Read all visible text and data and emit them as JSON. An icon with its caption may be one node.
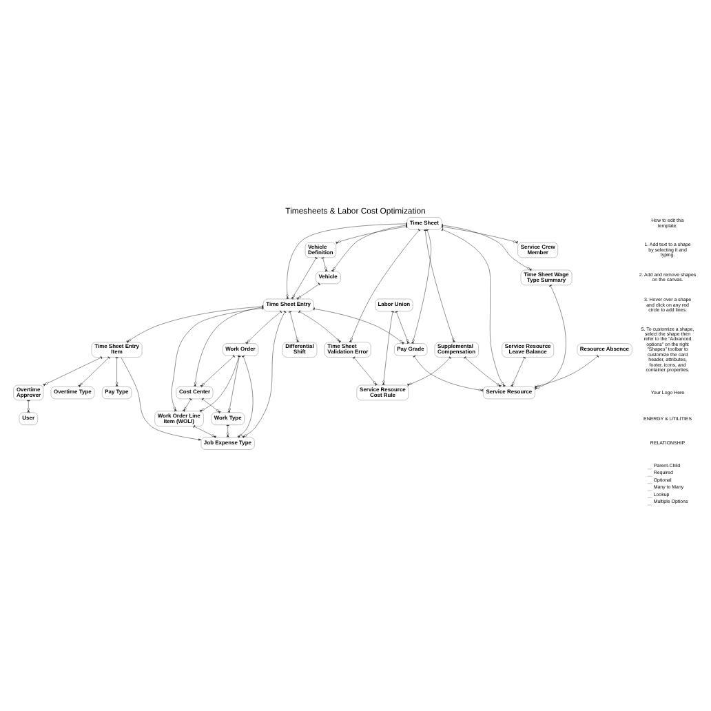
{
  "diagram": {
    "title": "Timesheets & Labor Cost Optimization",
    "nodes": [
      {
        "text": [
          "Time Sheet"
        ]
      },
      {
        "text": [
          "Time Sheet Entry"
        ]
      },
      {
        "text": [
          "Work Order Line Item (WOLI)"
        ]
      },
      {
        "text": [
          "Vehicle Definition"
        ]
      },
      {
        "text": [
          "Service Crew Member"
        ]
      },
      {
        "text": [
          "Vehicle"
        ]
      },
      {
        "text": [
          "Work Order"
        ]
      },
      {
        "text": [
          "Work Type"
        ]
      },
      {
        "text": [
          "Cost Center"
        ]
      },
      {
        "text": [
          "Differential Shift"
        ]
      },
      {
        "text": [
          "Time Sheet Validation Error"
        ]
      },
      {
        "text": [
          "Service Resource Cost Rule"
        ]
      },
      {
        "text": [
          "Supplemental Compensation"
        ]
      },
      {
        "text": [
          "Labor Union"
        ]
      },
      {
        "text": [
          "Resource Absence"
        ]
      },
      {
        "text": [
          "Job Expense Type"
        ]
      },
      {
        "text": [
          "Time Sheet Entry Item"
        ]
      },
      {
        "text": [
          "Pay Type"
        ]
      },
      {
        "text": [
          "Overtime Type"
        ]
      },
      {
        "text": [
          "Pay Grade"
        ]
      },
      {
        "text": [
          "Service Resource Leave Balance"
        ]
      },
      {
        "text": [
          "Time Sheet Wage Type Summary"
        ]
      },
      {
        "text": [
          "Service Resource"
        ]
      },
      {
        "text": [
          "Overtime Approver"
        ]
      },
      {
        "text": [
          "User"
        ]
      }
    ],
    "edges": [
      {
        "from": 0,
        "to": 1,
        "arrow": "other"
      },
      {
        "from": 1,
        "to": 2,
        "arrow": "other"
      },
      {
        "from": 0,
        "to": 3,
        "arrow": "other"
      },
      {
        "from": 3,
        "to": 1,
        "arrow": "other"
      },
      {
        "from": 0,
        "to": 4,
        "arrow": "other"
      },
      {
        "from": 0,
        "to": 5,
        "arrow": "other"
      },
      {
        "from": 5,
        "to": 1,
        "arrow": "other"
      },
      {
        "from": 3,
        "to": 5,
        "arrow": "other"
      },
      {
        "from": 0,
        "to": 10,
        "arrow": "other"
      },
      {
        "from": 1,
        "to": 10,
        "arrow": "other"
      },
      {
        "from": 10,
        "to": 11,
        "arrow": "other"
      },
      {
        "from": 12,
        "to": 11,
        "arrow": "other"
      },
      {
        "from": 13,
        "to": 11,
        "arrow": "other"
      },
      {
        "from": 0,
        "to": 12,
        "arrow": "other"
      },
      {
        "from": 12,
        "to": 22,
        "arrow": "other"
      },
      {
        "from": 14,
        "to": 22,
        "arrow": "other"
      },
      {
        "from": 0,
        "to": 22,
        "arrow": "other"
      },
      {
        "from": 0,
        "to": 19,
        "arrow": "other"
      },
      {
        "from": 13,
        "to": 19,
        "arrow": "other"
      },
      {
        "from": 19,
        "to": 22,
        "arrow": "other"
      },
      {
        "from": 1,
        "to": 19,
        "arrow": "other"
      },
      {
        "from": 0,
        "to": 21,
        "arrow": "other"
      },
      {
        "from": 21,
        "to": 22,
        "arrow": "other"
      },
      {
        "from": 20,
        "to": 22,
        "arrow": "other"
      },
      {
        "from": 1,
        "to": 16,
        "arrow": "other"
      },
      {
        "from": 1,
        "to": 15,
        "arrow": "other"
      },
      {
        "from": 16,
        "to": 15,
        "arrow": "to"
      },
      {
        "from": 16,
        "to": 17,
        "arrow": "other"
      },
      {
        "from": 16,
        "to": 18,
        "arrow": "other"
      },
      {
        "from": 16,
        "to": 23,
        "arrow": "other"
      },
      {
        "from": 23,
        "to": 24,
        "arrow": "other"
      },
      {
        "from": 1,
        "to": 6,
        "arrow": "other"
      },
      {
        "from": 6,
        "to": 2,
        "arrow": "other"
      },
      {
        "from": 6,
        "to": 8,
        "arrow": "other"
      },
      {
        "from": 6,
        "to": 7,
        "arrow": "other"
      },
      {
        "from": 8,
        "to": 7,
        "arrow": "other"
      },
      {
        "from": 1,
        "to": 8,
        "arrow": "other"
      },
      {
        "from": 8,
        "to": 2,
        "arrow": "other"
      },
      {
        "from": 1,
        "to": 9,
        "arrow": "other"
      },
      {
        "from": 7,
        "to": 15,
        "arrow": "other"
      },
      {
        "from": 6,
        "to": 15,
        "arrow": "other"
      },
      {
        "from": 2,
        "to": 15,
        "arrow": "other"
      }
    ],
    "labels": [
      "How to edit this template:",
      "1. Add text to a shape by selecting it and typing.",
      "2. Add and remove shapes on the canvas.",
      "3. Hover over a shape and click on any red circle to add lines.",
      "5. To customize a shape, select the shape then refer to the \"Advanced options\" on the right \"Shapes\" toolbar to customize the card header, attributes, footer, icons, and container properties.",
      "Your Logo Here",
      "ENERGY & UTILITIES",
      "RELATIONSHIP"
    ],
    "legend": [
      {
        "text": "Parent-Child"
      },
      {
        "text": "Required"
      },
      {
        "text": "Optional"
      },
      {
        "text": "Many to Many"
      },
      {
        "text": "Lookup"
      },
      {
        "text": "Multiple Options"
      }
    ]
  }
}
